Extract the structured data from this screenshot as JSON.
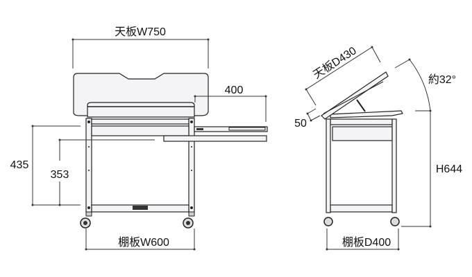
{
  "front_view": {
    "top_width": "天板W750",
    "shelf_width": "棚板W600",
    "slide_extension": "400",
    "height_435": "435",
    "height_353": "353"
  },
  "side_view": {
    "top_depth": "天板D430",
    "tilt_angle": "約32°",
    "lip_height": "50",
    "total_height": "H644",
    "shelf_depth": "棚板D400"
  }
}
